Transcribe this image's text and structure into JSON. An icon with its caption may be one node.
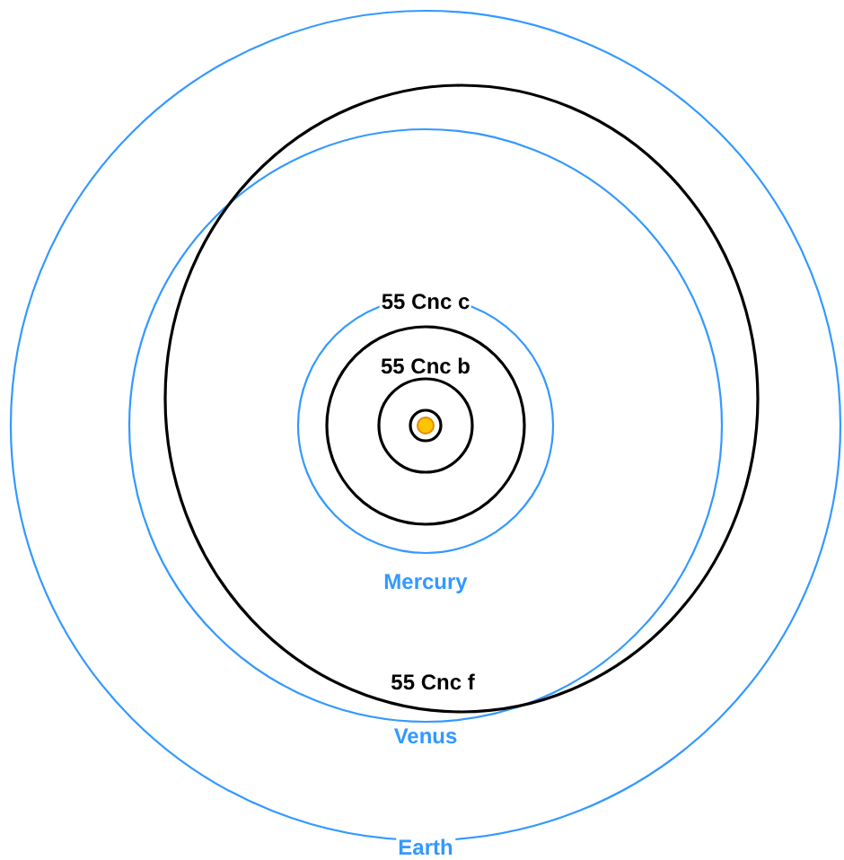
{
  "diagram": {
    "labels": [
      "55 Cnc c",
      "55 Cnc b",
      "Mercury",
      "55 Cnc f",
      "Venus",
      "Earth"
    ]
  }
}
